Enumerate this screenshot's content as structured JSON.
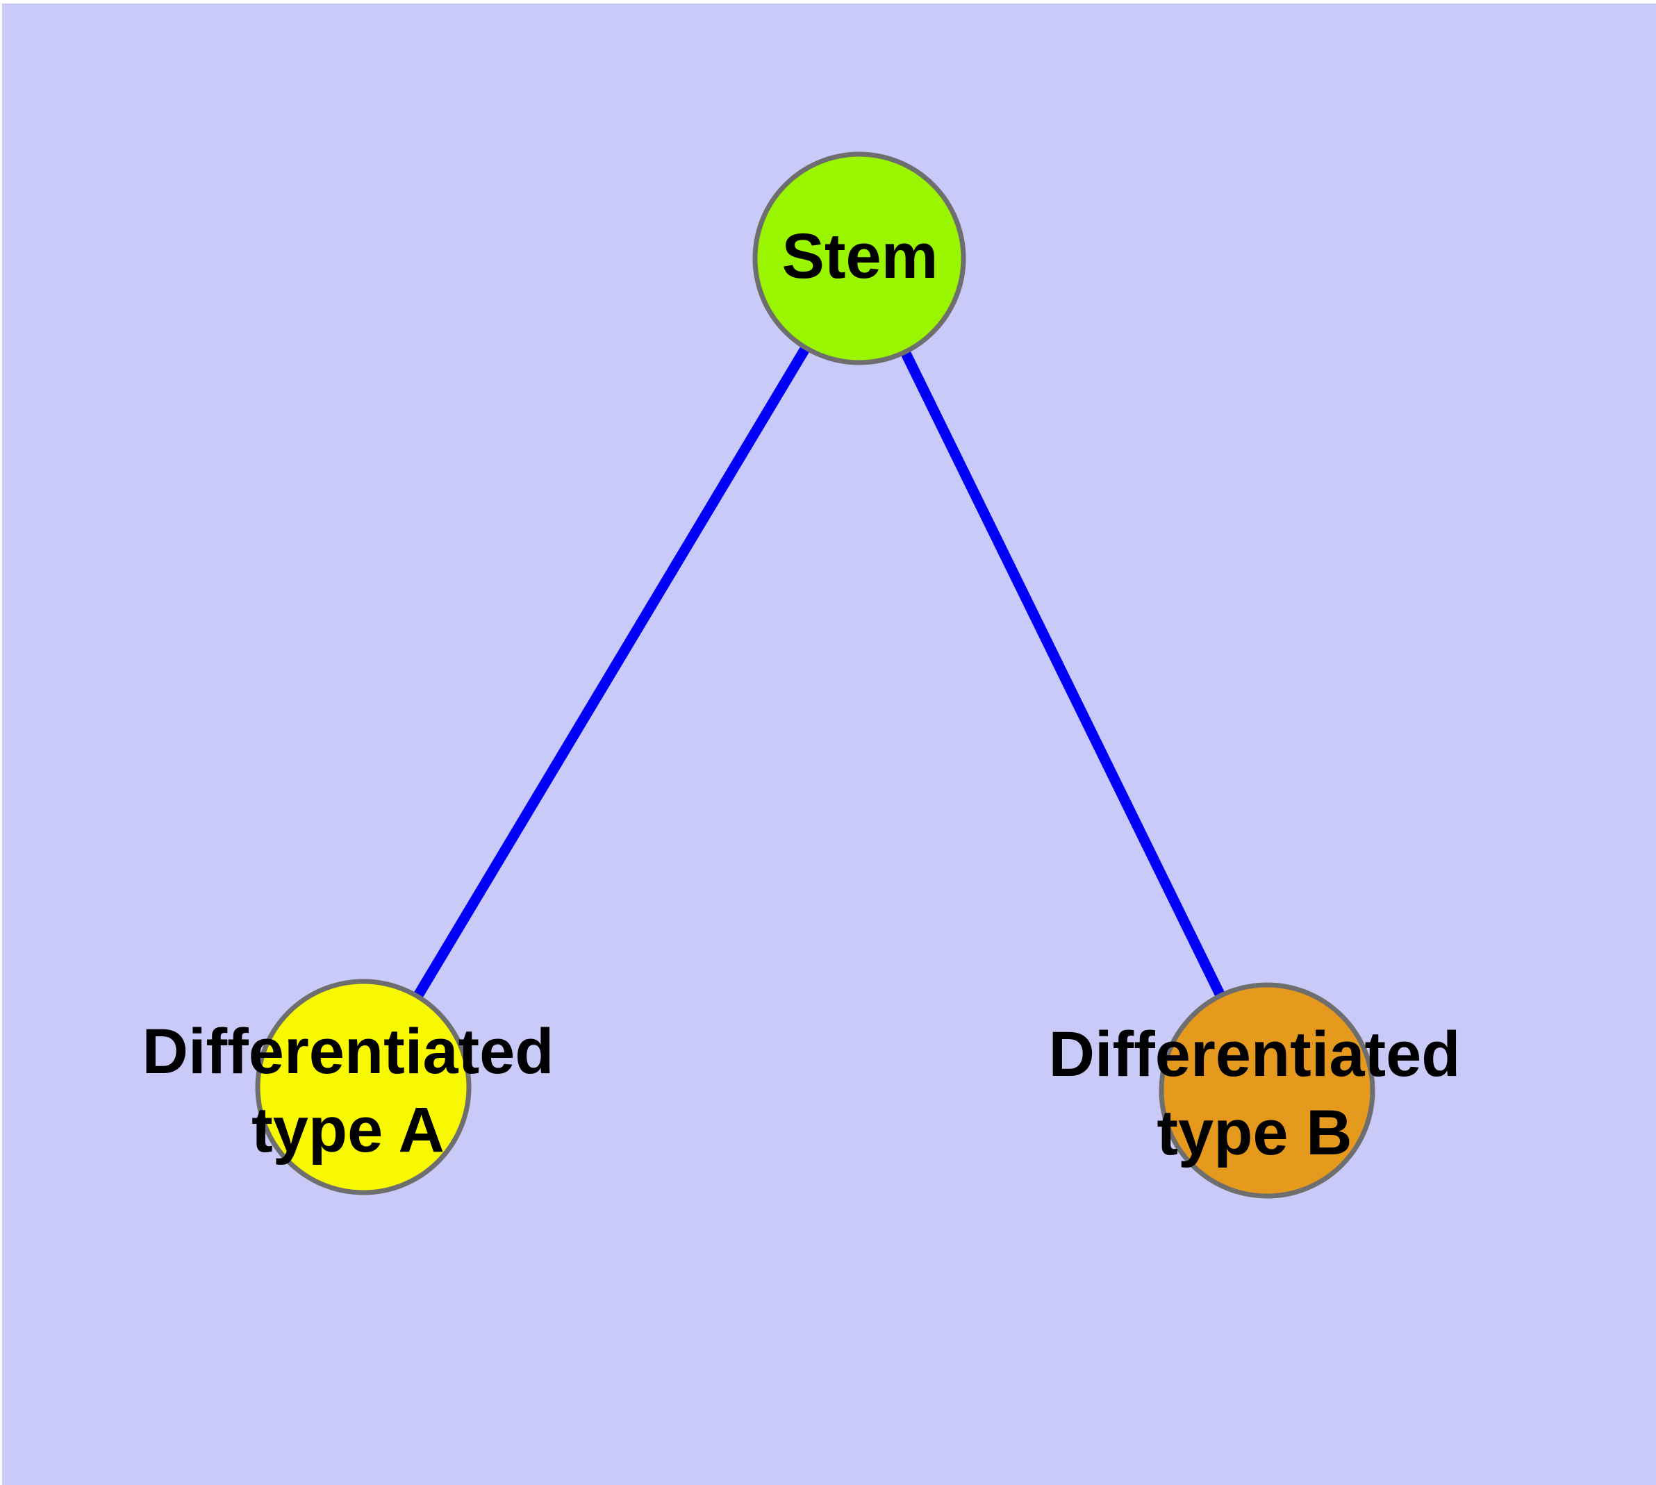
{
  "diagram": {
    "type": "node-link-graph",
    "title": "Stem cell differentiation diagram",
    "background_color": "#cacaf8",
    "top_edge_color": "#ffffff",
    "edge_color": "#0000f8",
    "node_border_color": "#6e6e6e",
    "label_text_color": "#000000",
    "nodes": [
      {
        "id": "stem",
        "lines": [
          "Stem",
          ""
        ],
        "fill": "#9af500"
      },
      {
        "id": "differentiated-type-a",
        "lines": [
          "Differentiated",
          "type A"
        ],
        "fill": "#f8f800"
      },
      {
        "id": "differentiated-type-b",
        "lines": [
          "Differentiated",
          "type B"
        ],
        "fill": "#e5991d"
      }
    ],
    "edges": [
      {
        "from": "stem",
        "to": "differentiated-type-a"
      },
      {
        "from": "stem",
        "to": "differentiated-type-b"
      }
    ]
  }
}
